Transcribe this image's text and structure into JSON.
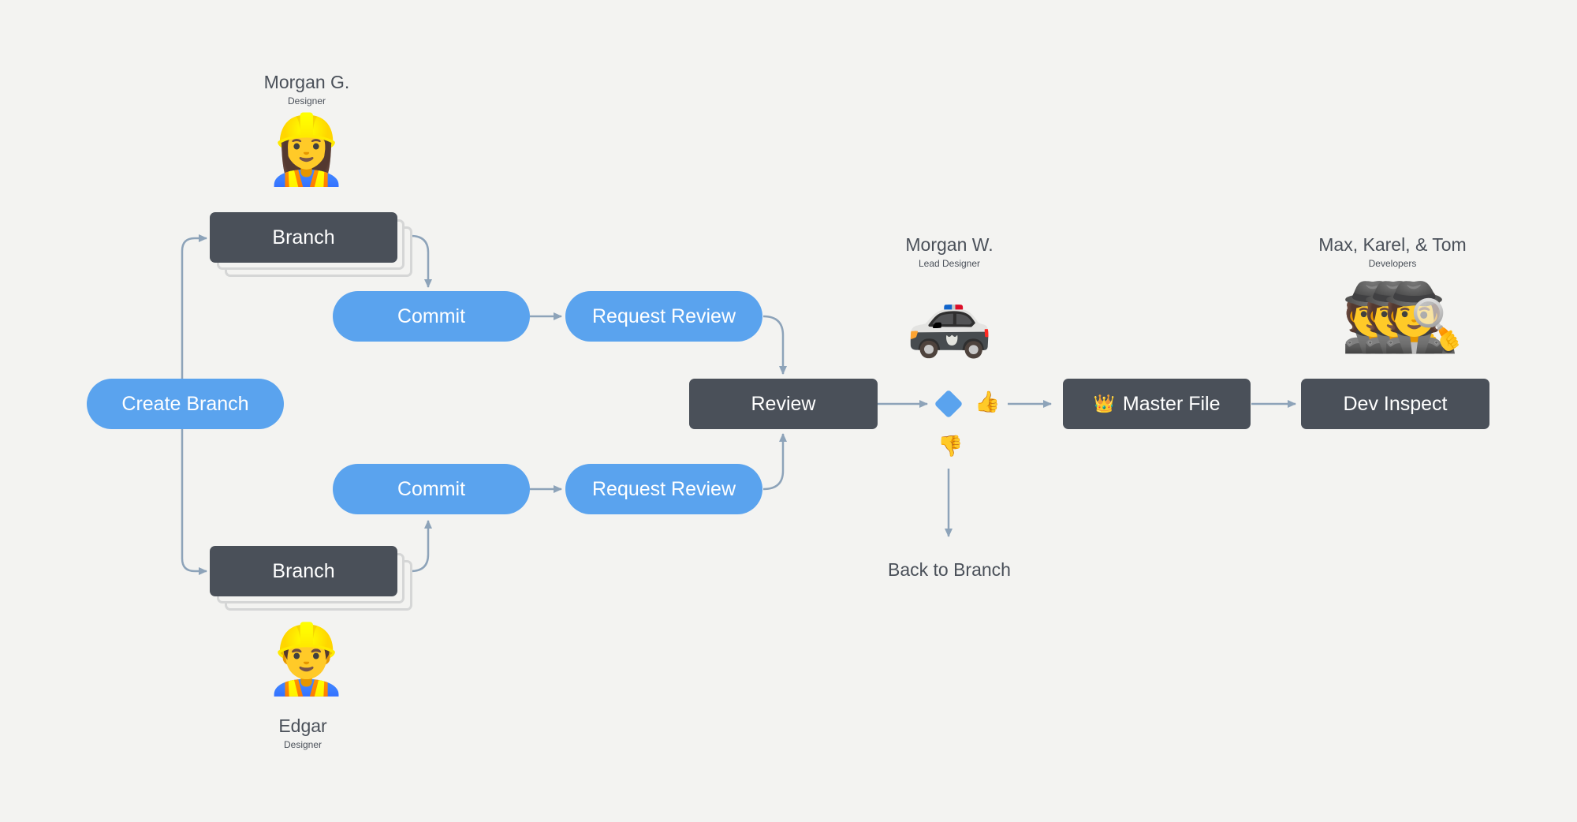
{
  "colors": {
    "background": "#f3f3f1",
    "pill": "#5aa3ee",
    "box": "#4a5059",
    "arrow": "#8da3b9",
    "text": "#4a5059"
  },
  "nodes": {
    "create_branch": "Create Branch",
    "branch_top": "Branch",
    "branch_bottom": "Branch",
    "commit_top": "Commit",
    "commit_bottom": "Commit",
    "request_review_top": "Request Review",
    "request_review_bottom": "Request Review",
    "review": "Review",
    "master_file": "Master File",
    "dev_inspect": "Dev Inspect",
    "back_to_branch": "Back to Branch"
  },
  "people": {
    "morgan_g": {
      "name": "Morgan G.",
      "role": "Designer",
      "emoji": "👷‍♀️"
    },
    "edgar": {
      "name": "Edgar",
      "role": "Designer",
      "emoji": "👷‍♂️"
    },
    "morgan_w": {
      "name": "Morgan W.",
      "role": "Lead Designer",
      "emoji": "🚓"
    },
    "devs": {
      "name": "Max, Karel, & Tom",
      "role": "Developers",
      "emoji": "🕵️"
    }
  },
  "icons": {
    "thumbs_up": "👍",
    "thumbs_down": "👎",
    "crown": "👑",
    "decision": "diamond-icon"
  }
}
